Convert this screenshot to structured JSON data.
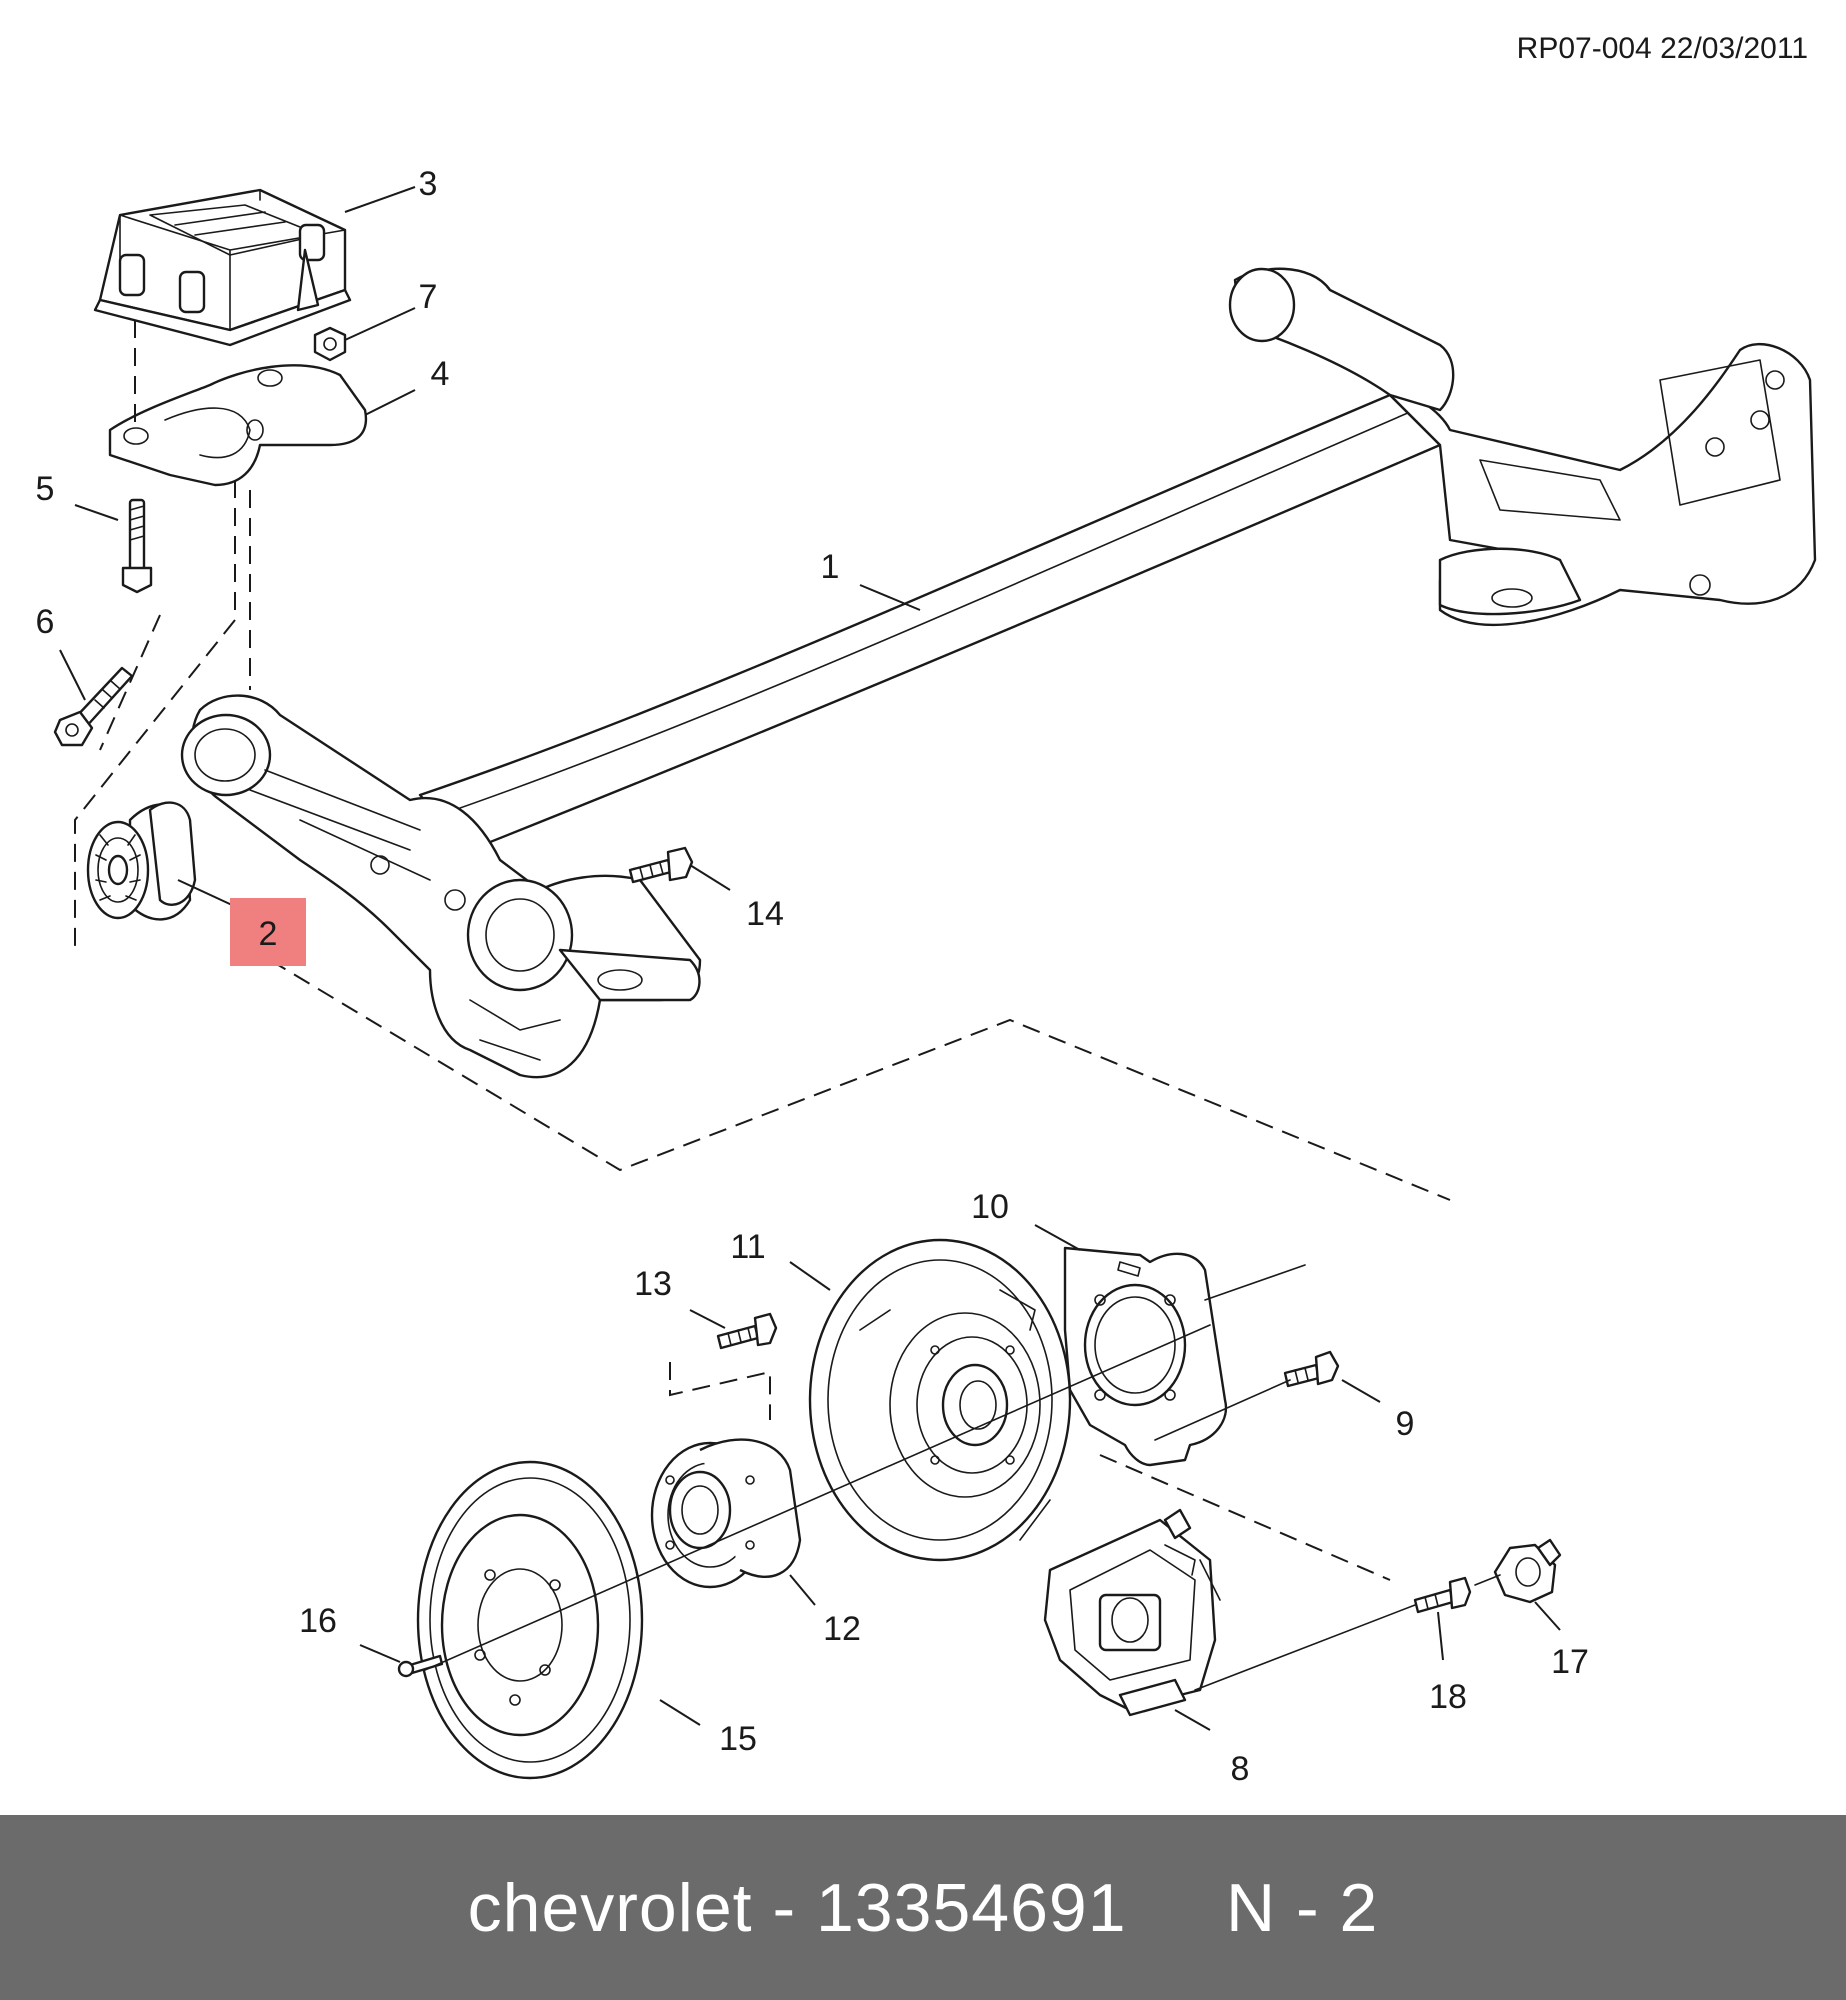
{
  "diagram_ref": "RP07-004 22/03/2011",
  "highlight_color": "#f08080",
  "callouts": [
    {
      "id": "1",
      "label": "1"
    },
    {
      "id": "2",
      "label": "2",
      "highlighted": true
    },
    {
      "id": "3",
      "label": "3"
    },
    {
      "id": "4",
      "label": "4"
    },
    {
      "id": "5",
      "label": "5"
    },
    {
      "id": "6",
      "label": "6"
    },
    {
      "id": "7",
      "label": "7"
    },
    {
      "id": "8",
      "label": "8"
    },
    {
      "id": "9",
      "label": "9"
    },
    {
      "id": "10",
      "label": "10"
    },
    {
      "id": "11",
      "label": "11"
    },
    {
      "id": "12",
      "label": "12"
    },
    {
      "id": "13",
      "label": "13"
    },
    {
      "id": "14",
      "label": "14"
    },
    {
      "id": "15",
      "label": "15"
    },
    {
      "id": "16",
      "label": "16"
    },
    {
      "id": "17",
      "label": "17"
    },
    {
      "id": "18",
      "label": "18"
    }
  ],
  "footer": {
    "text": "chevrolet - 13354691     N - 2",
    "background": "#6b6b6b"
  }
}
